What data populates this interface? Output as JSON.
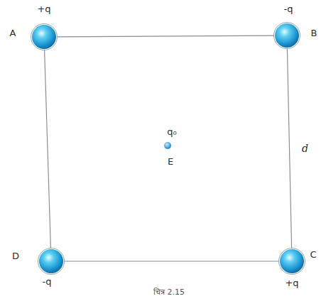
{
  "diagram": {
    "caption": "चित्र 2.15",
    "nodes": [
      {
        "text": [
          "+q",
          "A"
        ]
      },
      {
        "text": [
          "-q",
          "B"
        ]
      },
      {
        "text": [
          "q₀",
          "E"
        ]
      },
      {
        "text": [
          "-q",
          "D"
        ]
      },
      {
        "text": [
          "+q",
          "C"
        ]
      }
    ],
    "edges": [
      {
        "from": 0,
        "to": 1,
        "arrow": "none"
      },
      {
        "from": 1,
        "to": 4,
        "label": "d",
        "arrow": "none"
      },
      {
        "from": 4,
        "to": 3,
        "arrow": "none"
      },
      {
        "from": 3,
        "to": 0,
        "arrow": "none"
      }
    ]
  }
}
